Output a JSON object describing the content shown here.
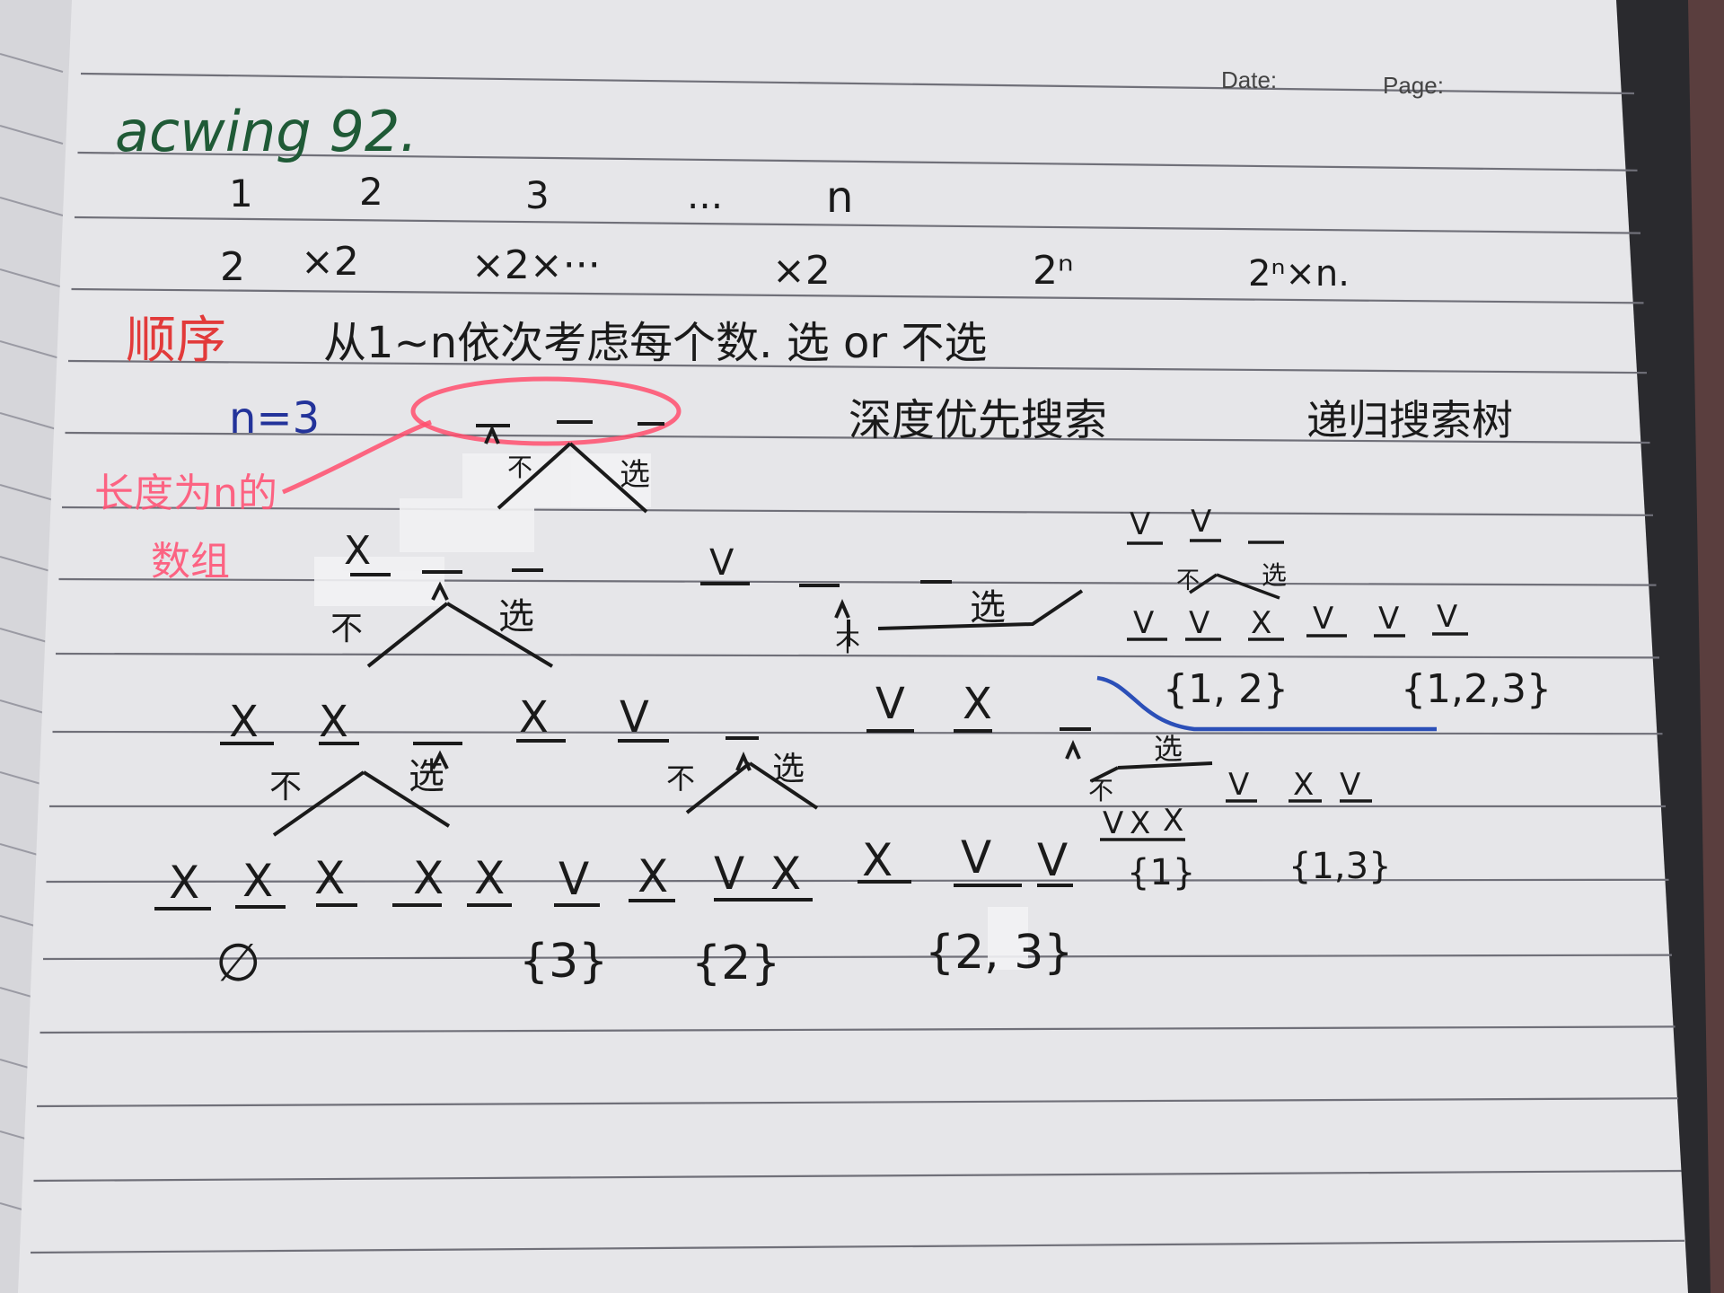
{
  "header": {
    "date_label": "Date:",
    "page_label": "Page:"
  },
  "colors": {
    "paper": "#e8e8ea",
    "rule_line": "#6e6e78",
    "ink_black": "#1a1a1a",
    "ink_green": "#1f5a36",
    "ink_blue": "#23339a",
    "ink_red": "#e23a3a",
    "highlighter_pink": "#ff4d6d",
    "pen_blue": "#2b4fb8"
  },
  "notes": {
    "title": "acwing 92.",
    "sequence_indices": [
      "1",
      "2",
      "3",
      "...",
      "n"
    ],
    "product_line": [
      "2",
      "×2",
      "×2×···",
      "×2",
      "2ⁿ",
      "2ⁿ×n."
    ],
    "order_label": "顺序",
    "order_text": "从1~n依次考虑每个数. 选 or 不选",
    "n_value": "n=3",
    "dfs_label": "深度优先搜索",
    "recursion_tree_label": "递归搜索树",
    "array_note_line1": "长度为n的",
    "array_note_line2": "数组"
  },
  "tree": {
    "not_choose": "不",
    "choose": "选",
    "mark_no": "X",
    "mark_yes": "V",
    "blank": "_",
    "subsets": [
      "∅",
      "{3}",
      "{2}",
      "{2, 3}",
      "{1}",
      "{1,3}",
      "{1, 2}",
      "{1,2,3}"
    ]
  }
}
